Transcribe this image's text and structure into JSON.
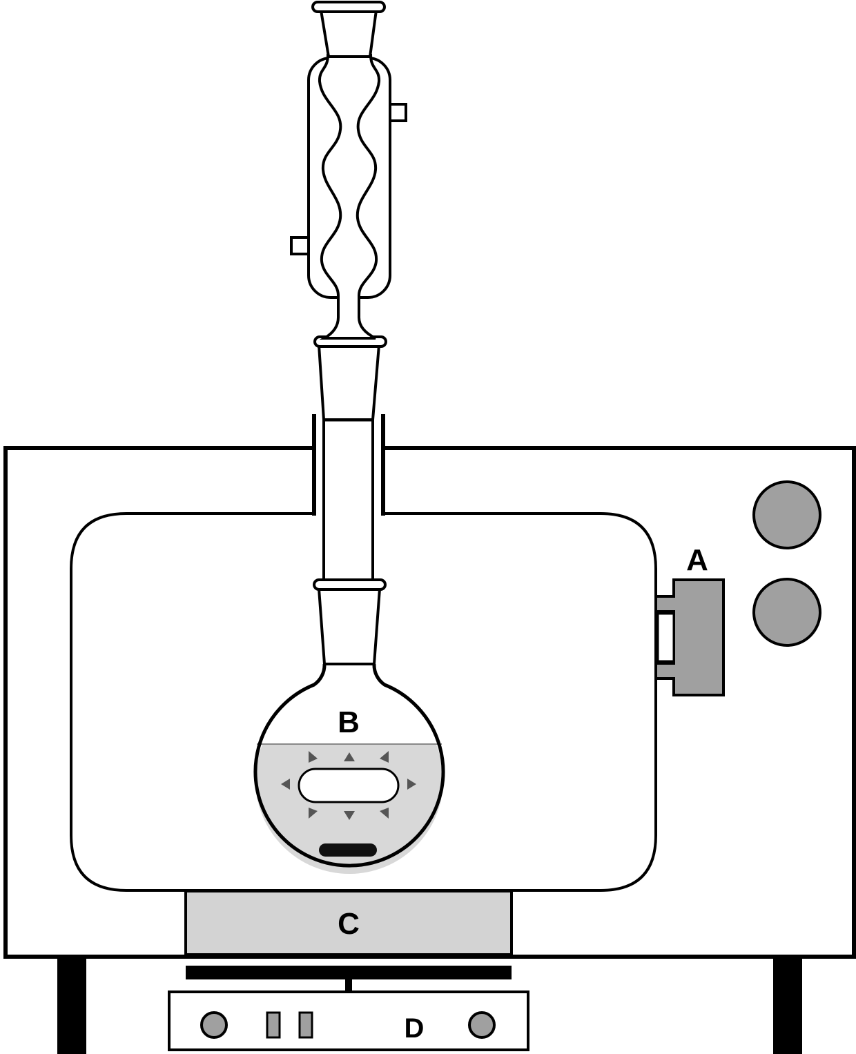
{
  "labels": {
    "a": "A",
    "b": "B",
    "c": "C",
    "d": "D"
  },
  "colors": {
    "outline": "#000000",
    "background": "#ffffff",
    "component_gray": "#a0a0a0",
    "light_gray": "#d3d3d3",
    "liquid": "#d8d8d8",
    "dark_bar": "#111111"
  }
}
